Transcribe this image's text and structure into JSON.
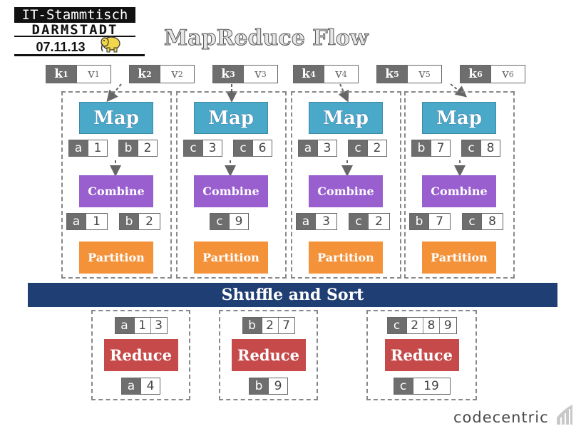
{
  "header": {
    "logo_line1": "IT-Stammtisch",
    "logo_line2": "DARMSTADT",
    "logo_date": "07.11.13",
    "title": "MapReduce Flow"
  },
  "inputs": [
    {
      "k": "k",
      "ki": "1",
      "v": "v",
      "vi": "1"
    },
    {
      "k": "k",
      "ki": "2",
      "v": "v",
      "vi": "2"
    },
    {
      "k": "k",
      "ki": "3",
      "v": "v",
      "vi": "3"
    },
    {
      "k": "k",
      "ki": "4",
      "v": "v",
      "vi": "4"
    },
    {
      "k": "k",
      "ki": "5",
      "v": "v",
      "vi": "5"
    },
    {
      "k": "k",
      "ki": "6",
      "v": "v",
      "vi": "6"
    }
  ],
  "stages": {
    "map": "Map",
    "combine": "Combine",
    "partition": "Partition",
    "shuffle": "Shuffle and Sort",
    "reduce": "Reduce"
  },
  "mappers": [
    {
      "map_out": [
        {
          "k": "a",
          "v": "1"
        },
        {
          "k": "b",
          "v": "2"
        }
      ],
      "combine_out": [
        {
          "k": "a",
          "v": "1"
        },
        {
          "k": "b",
          "v": "2"
        }
      ]
    },
    {
      "map_out": [
        {
          "k": "c",
          "v": "3"
        },
        {
          "k": "c",
          "v": "6"
        }
      ],
      "combine_out": [
        {
          "k": "c",
          "v": "9"
        }
      ]
    },
    {
      "map_out": [
        {
          "k": "a",
          "v": "3"
        },
        {
          "k": "c",
          "v": "2"
        }
      ],
      "combine_out": [
        {
          "k": "a",
          "v": "3"
        },
        {
          "k": "c",
          "v": "2"
        }
      ]
    },
    {
      "map_out": [
        {
          "k": "b",
          "v": "7"
        },
        {
          "k": "c",
          "v": "8"
        }
      ],
      "combine_out": [
        {
          "k": "b",
          "v": "7"
        },
        {
          "k": "c",
          "v": "8"
        }
      ]
    }
  ],
  "reducers": [
    {
      "key": "a",
      "values": [
        "1",
        "3"
      ],
      "out": {
        "k": "a",
        "v": "4"
      }
    },
    {
      "key": "b",
      "values": [
        "2",
        "7"
      ],
      "out": {
        "k": "b",
        "v": "9"
      }
    },
    {
      "key": "c",
      "values": [
        "2",
        "8",
        "9"
      ],
      "out": {
        "k": "c",
        "v": "19"
      }
    }
  ],
  "footer": {
    "brand": "codecentric"
  },
  "colors": {
    "map": "#4aa9c9",
    "combine": "#9a5fcf",
    "partition": "#f4923a",
    "reduce": "#c64a4a",
    "shuffle": "#1f3e73",
    "key": "#6e6e6e"
  }
}
